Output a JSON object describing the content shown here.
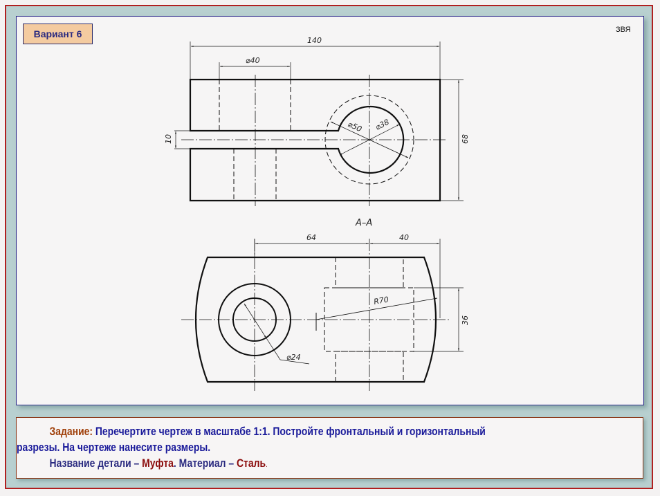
{
  "header": {
    "variant_label": "Вариант 6",
    "author_mark": "ЗВЯ"
  },
  "drawing": {
    "top_view": {
      "dims": {
        "overall_length": "140",
        "bore_diameter": "⌀40",
        "slot_width": "10",
        "height": "68",
        "outer_diameter": "⌀50",
        "inner_diameter": "⌀38"
      }
    },
    "section_label": "А–А",
    "bottom_view": {
      "dims": {
        "center_offset": "64",
        "right_offset": "40",
        "arc_radius": "R70",
        "width": "36",
        "hole_diameter": "⌀24"
      }
    },
    "colors": {
      "line": "#111111",
      "thin": "#333333"
    }
  },
  "task": {
    "label": "Задание:",
    "line1_text": " Перечертите чертеж в масштабе 1:1. Постройте фронтальный и горизонтальный",
    "line2_text": "разрезы. На чертеже нанесите размеры.",
    "name_label": "Название детали – ",
    "part_name": "Муфта",
    "material_label": ". Материал – ",
    "material": "Сталь",
    "end": "."
  },
  "colors": {
    "frame_red": "#b02020",
    "frame_fill": "#b8d0d0",
    "panel_border": "#2a2a8a",
    "variant_bg": "#f4cba0",
    "task_label": "#a0400a",
    "task_text": "#1a1a9a",
    "accent_red": "#8a0a0a"
  }
}
